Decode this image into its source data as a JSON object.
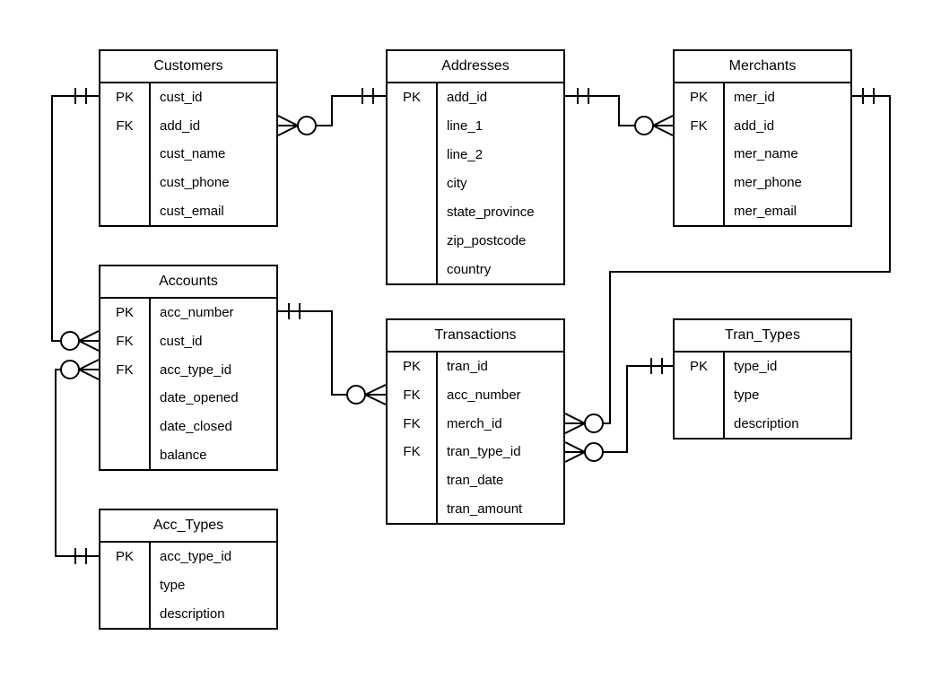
{
  "diagram": {
    "type": "entity-relationship-diagram",
    "notation": "crows-foot",
    "colors": {
      "line": "#000000",
      "text": "#000000",
      "background": "#ffffff",
      "shape_fill": "#ffffff"
    },
    "tables": [
      {
        "name": "Customers",
        "rows": [
          {
            "key": "PK",
            "field": "cust_id"
          },
          {
            "key": "FK",
            "field": "add_id"
          },
          {
            "key": "",
            "field": "cust_name"
          },
          {
            "key": "",
            "field": "cust_phone"
          },
          {
            "key": "",
            "field": "cust_email"
          }
        ]
      },
      {
        "name": "Addresses",
        "rows": [
          {
            "key": "PK",
            "field": "add_id"
          },
          {
            "key": "",
            "field": "line_1"
          },
          {
            "key": "",
            "field": "line_2"
          },
          {
            "key": "",
            "field": "city"
          },
          {
            "key": "",
            "field": "state_province"
          },
          {
            "key": "",
            "field": "zip_postcode"
          },
          {
            "key": "",
            "field": "country"
          }
        ]
      },
      {
        "name": "Merchants",
        "rows": [
          {
            "key": "PK",
            "field": "mer_id"
          },
          {
            "key": "FK",
            "field": "add_id"
          },
          {
            "key": "",
            "field": "mer_name"
          },
          {
            "key": "",
            "field": "mer_phone"
          },
          {
            "key": "",
            "field": "mer_email"
          }
        ]
      },
      {
        "name": "Accounts",
        "rows": [
          {
            "key": "PK",
            "field": "acc_number"
          },
          {
            "key": "FK",
            "field": "cust_id"
          },
          {
            "key": "FK",
            "field": "acc_type_id"
          },
          {
            "key": "",
            "field": "date_opened"
          },
          {
            "key": "",
            "field": "date_closed"
          },
          {
            "key": "",
            "field": "balance"
          }
        ]
      },
      {
        "name": "Transactions",
        "rows": [
          {
            "key": "PK",
            "field": "tran_id"
          },
          {
            "key": "FK",
            "field": "acc_number"
          },
          {
            "key": "FK",
            "field": "merch_id"
          },
          {
            "key": "FK",
            "field": "tran_type_id"
          },
          {
            "key": "",
            "field": "tran_date"
          },
          {
            "key": "",
            "field": "tran_amount"
          }
        ]
      },
      {
        "name": "Tran_Types",
        "rows": [
          {
            "key": "PK",
            "field": "type_id"
          },
          {
            "key": "",
            "field": "type"
          },
          {
            "key": "",
            "field": "description"
          }
        ]
      },
      {
        "name": "Acc_Types",
        "rows": [
          {
            "key": "PK",
            "field": "acc_type_id"
          },
          {
            "key": "",
            "field": "type"
          },
          {
            "key": "",
            "field": "description"
          }
        ]
      }
    ],
    "relationships": [
      {
        "one_side": "Customers.cust_id",
        "many_side": "Accounts.cust_id",
        "one_cardinality": "one-and-only-one",
        "many_cardinality": "zero-or-many"
      },
      {
        "one_side": "Addresses.add_id",
        "many_side": "Customers.add_id",
        "one_cardinality": "one-and-only-one",
        "many_cardinality": "zero-or-many"
      },
      {
        "one_side": "Addresses.add_id",
        "many_side": "Merchants.add_id",
        "one_cardinality": "one-and-only-one",
        "many_cardinality": "zero-or-many"
      },
      {
        "one_side": "Merchants.mer_id",
        "many_side": "Transactions.merch_id",
        "one_cardinality": "one-and-only-one",
        "many_cardinality": "zero-or-many"
      },
      {
        "one_side": "Accounts.acc_number",
        "many_side": "Transactions.acc_number",
        "one_cardinality": "one-and-only-one",
        "many_cardinality": "zero-or-many"
      },
      {
        "one_side": "Acc_Types.acc_type_id",
        "many_side": "Accounts.acc_type_id",
        "one_cardinality": "one-and-only-one",
        "many_cardinality": "zero-or-many"
      },
      {
        "one_side": "Tran_Types.type_id",
        "many_side": "Transactions.tran_type_id",
        "one_cardinality": "one-and-only-one",
        "many_cardinality": "zero-or-many"
      }
    ]
  }
}
